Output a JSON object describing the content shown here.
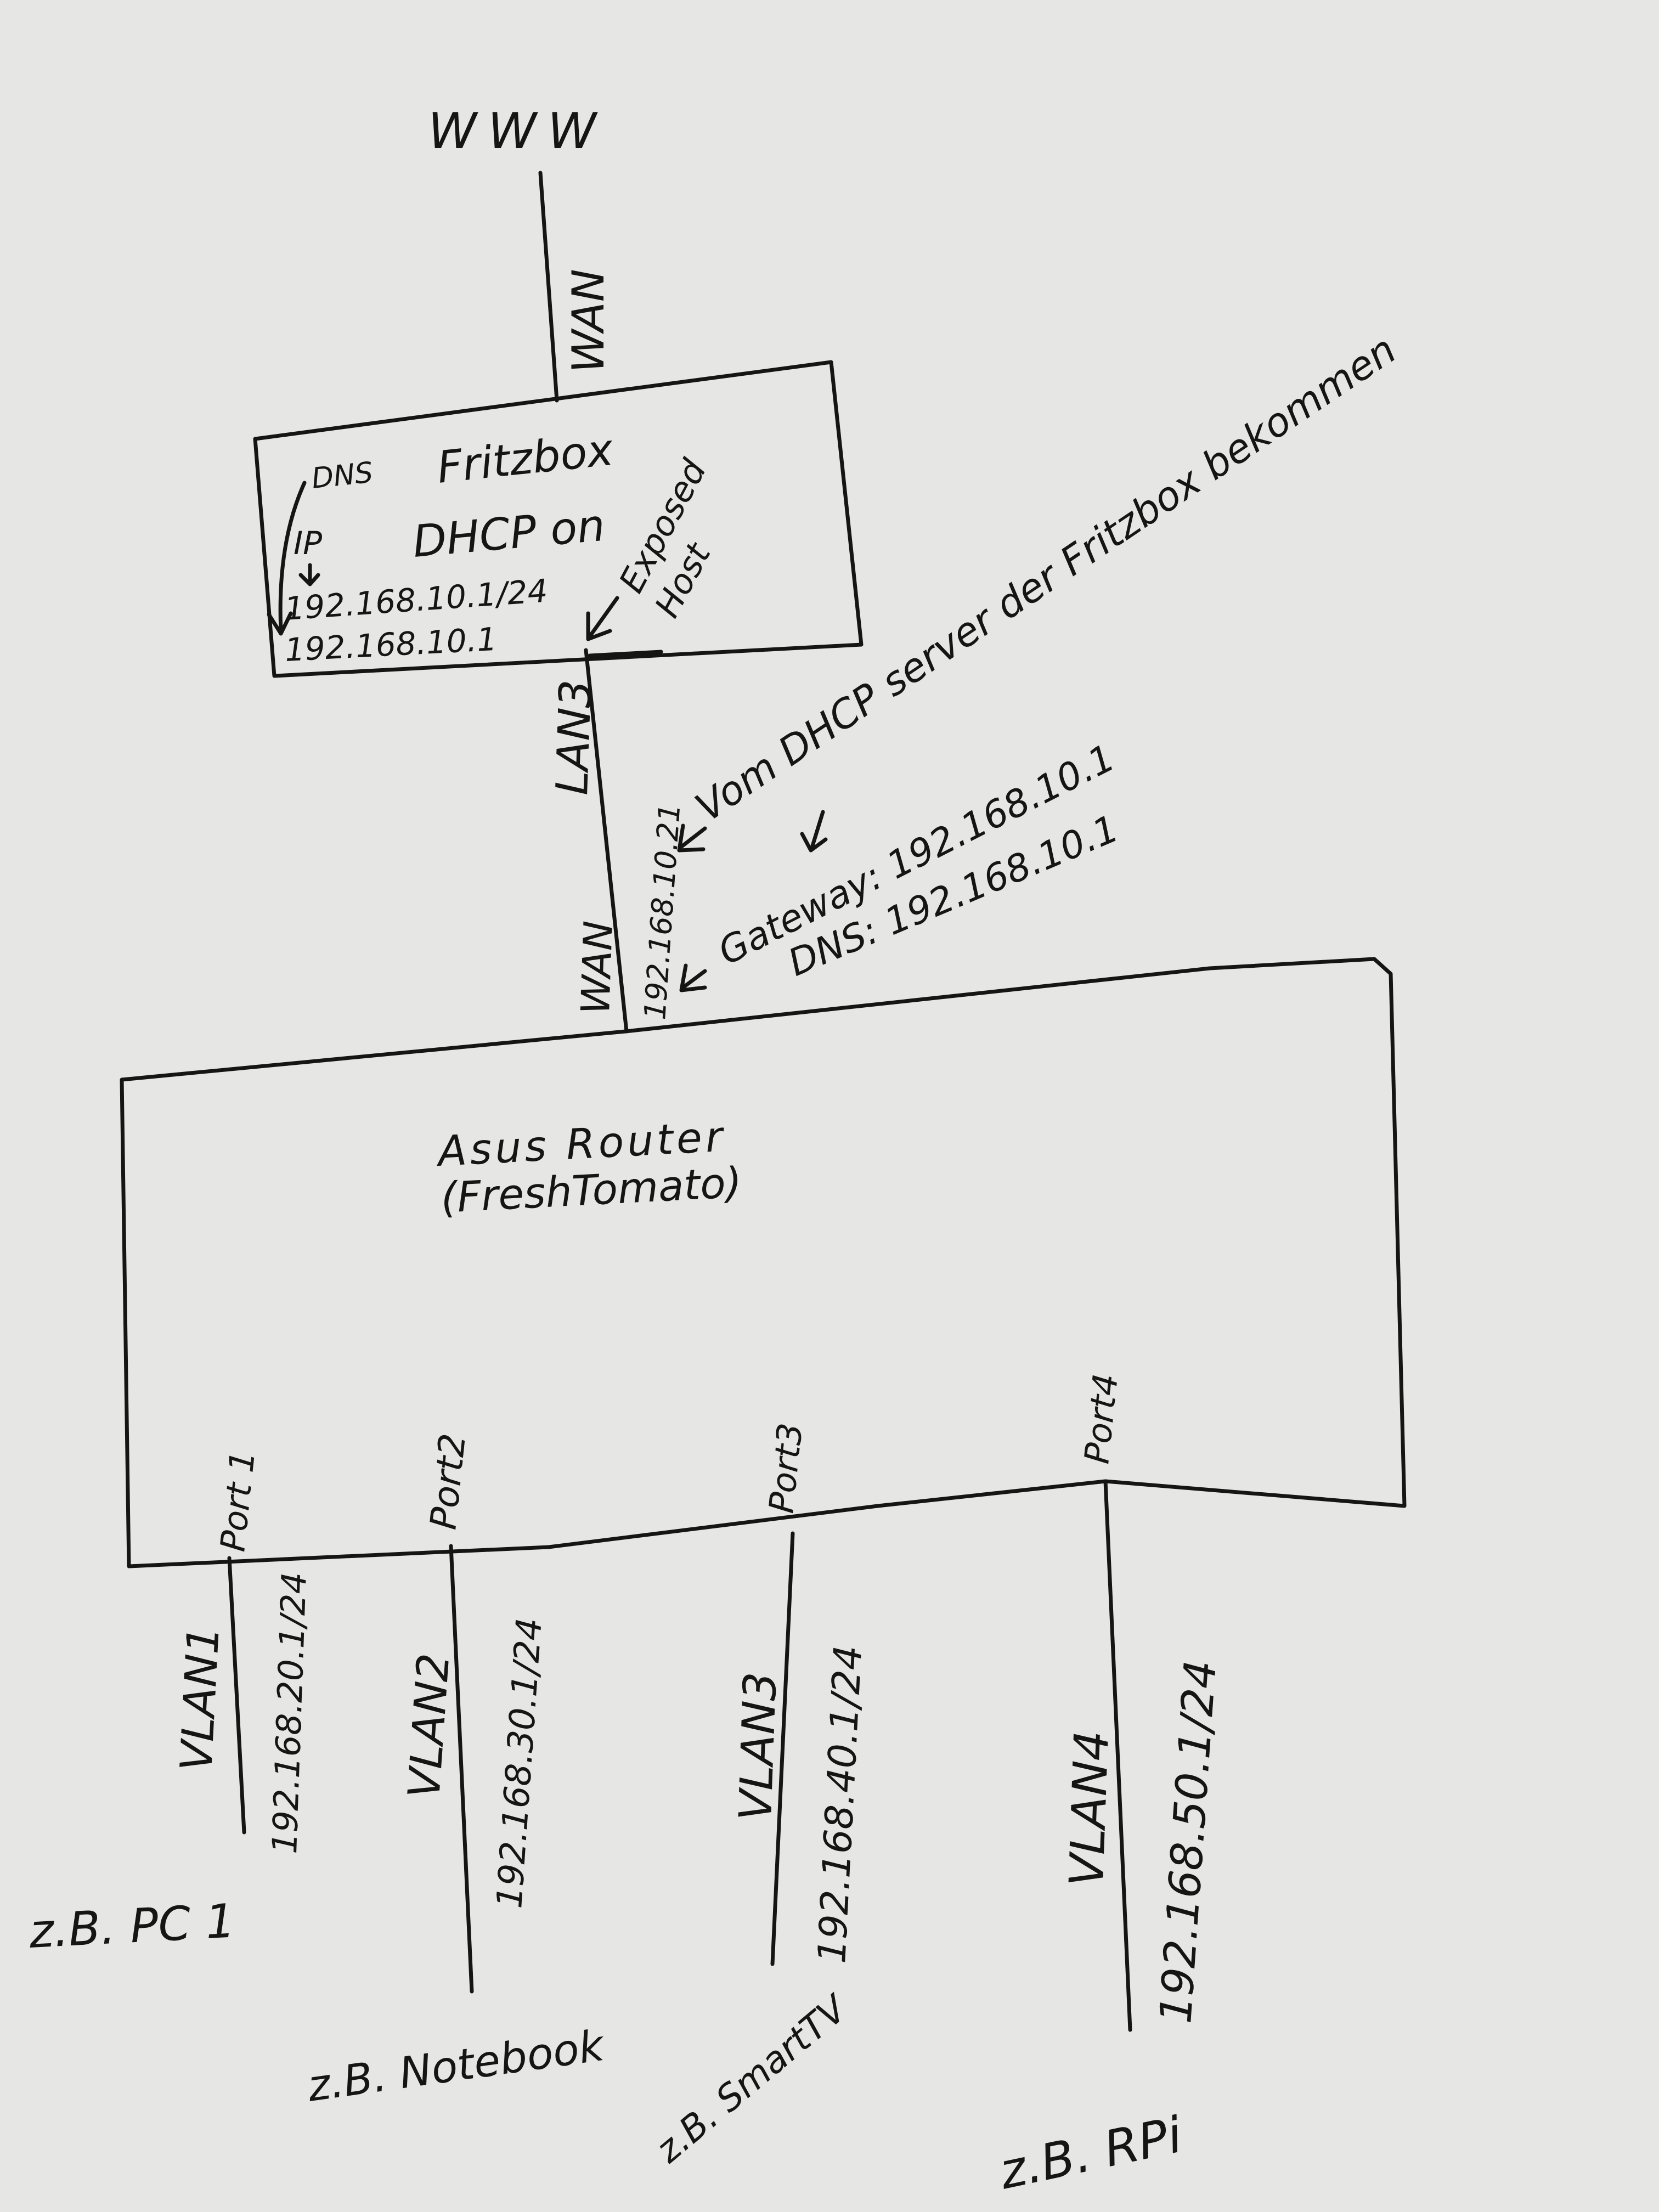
{
  "internet": {
    "label": "WWW",
    "link_label": "WAN"
  },
  "fritzbox": {
    "title": "Fritzbox",
    "dhcp": "DHCP on",
    "dns_label": "DNS",
    "ip_label": "IP",
    "ip_address": "192.168.10.1/24",
    "dns_address": "192.168.10.1",
    "exposed_host_line1": "Exposed",
    "exposed_host_line2": "Host",
    "lan_port": "LAN3"
  },
  "uplink": {
    "wan_label": "WAN",
    "wan_ip": "192.168.10.21",
    "dhcp_note": "Vom DHCP server der Fritzbox bekommen",
    "gateway": "Gateway: 192.168.10.1",
    "dns": "DNS: 192.168.10.1"
  },
  "router": {
    "title_line1": "Asus Router",
    "title_line2": "(FreshTomato)"
  },
  "ports": [
    {
      "port": "Port 1",
      "vlan": "VLAN1",
      "subnet": "192.168.20.1/24",
      "device": "z.B. PC 1"
    },
    {
      "port": "Port2",
      "vlan": "VLAN2",
      "subnet": "192.168.30.1/24",
      "device": "z.B. Notebook"
    },
    {
      "port": "Port3",
      "vlan": "VLAN3",
      "subnet": "192.168.40.1/24",
      "device": "z.B. SmartTV"
    },
    {
      "port": "Port4",
      "vlan": "VLAN4",
      "subnet": "192.168.50.1/24",
      "device": "z.B. RPi"
    }
  ]
}
